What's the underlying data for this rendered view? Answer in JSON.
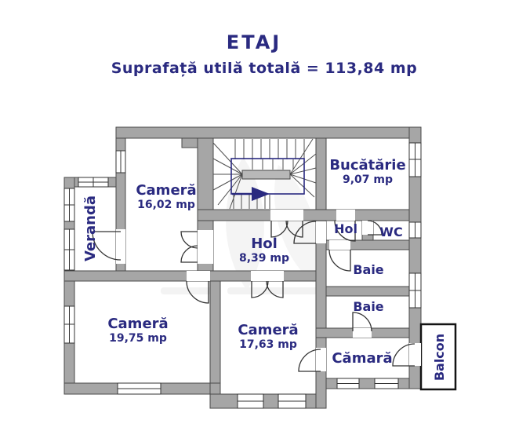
{
  "title": "ETAJ",
  "subtitle": "Suprafață utilă totală = 113,84 mp",
  "colors": {
    "label_text": "#2a2a80",
    "wall_fill": "#a6a6a6",
    "wall_outline": "#4a4a4a",
    "stair_guide": "#2a2a80",
    "direction_arrow": "#2a2a80",
    "balcony_outline": "#141414"
  },
  "rooms": {
    "camera1": {
      "name": "Cameră",
      "area": "16,02 mp"
    },
    "bucatarie": {
      "name": "Bucătărie",
      "area": "9,07 mp"
    },
    "hol_main": {
      "name": "Hol",
      "area": "8,39 mp"
    },
    "hol_small": {
      "name": "Hol"
    },
    "wc": {
      "name": "WC"
    },
    "baie_1": {
      "name": "Baie"
    },
    "baie_2": {
      "name": "Baie"
    },
    "camera2": {
      "name": "Cameră",
      "area": "19,75 mp"
    },
    "camera3": {
      "name": "Cameră",
      "area": "17,63 mp"
    },
    "camara": {
      "name": "Cămară"
    },
    "veranda": {
      "name": "Verandă"
    },
    "balcon": {
      "name": "Balcon"
    }
  }
}
